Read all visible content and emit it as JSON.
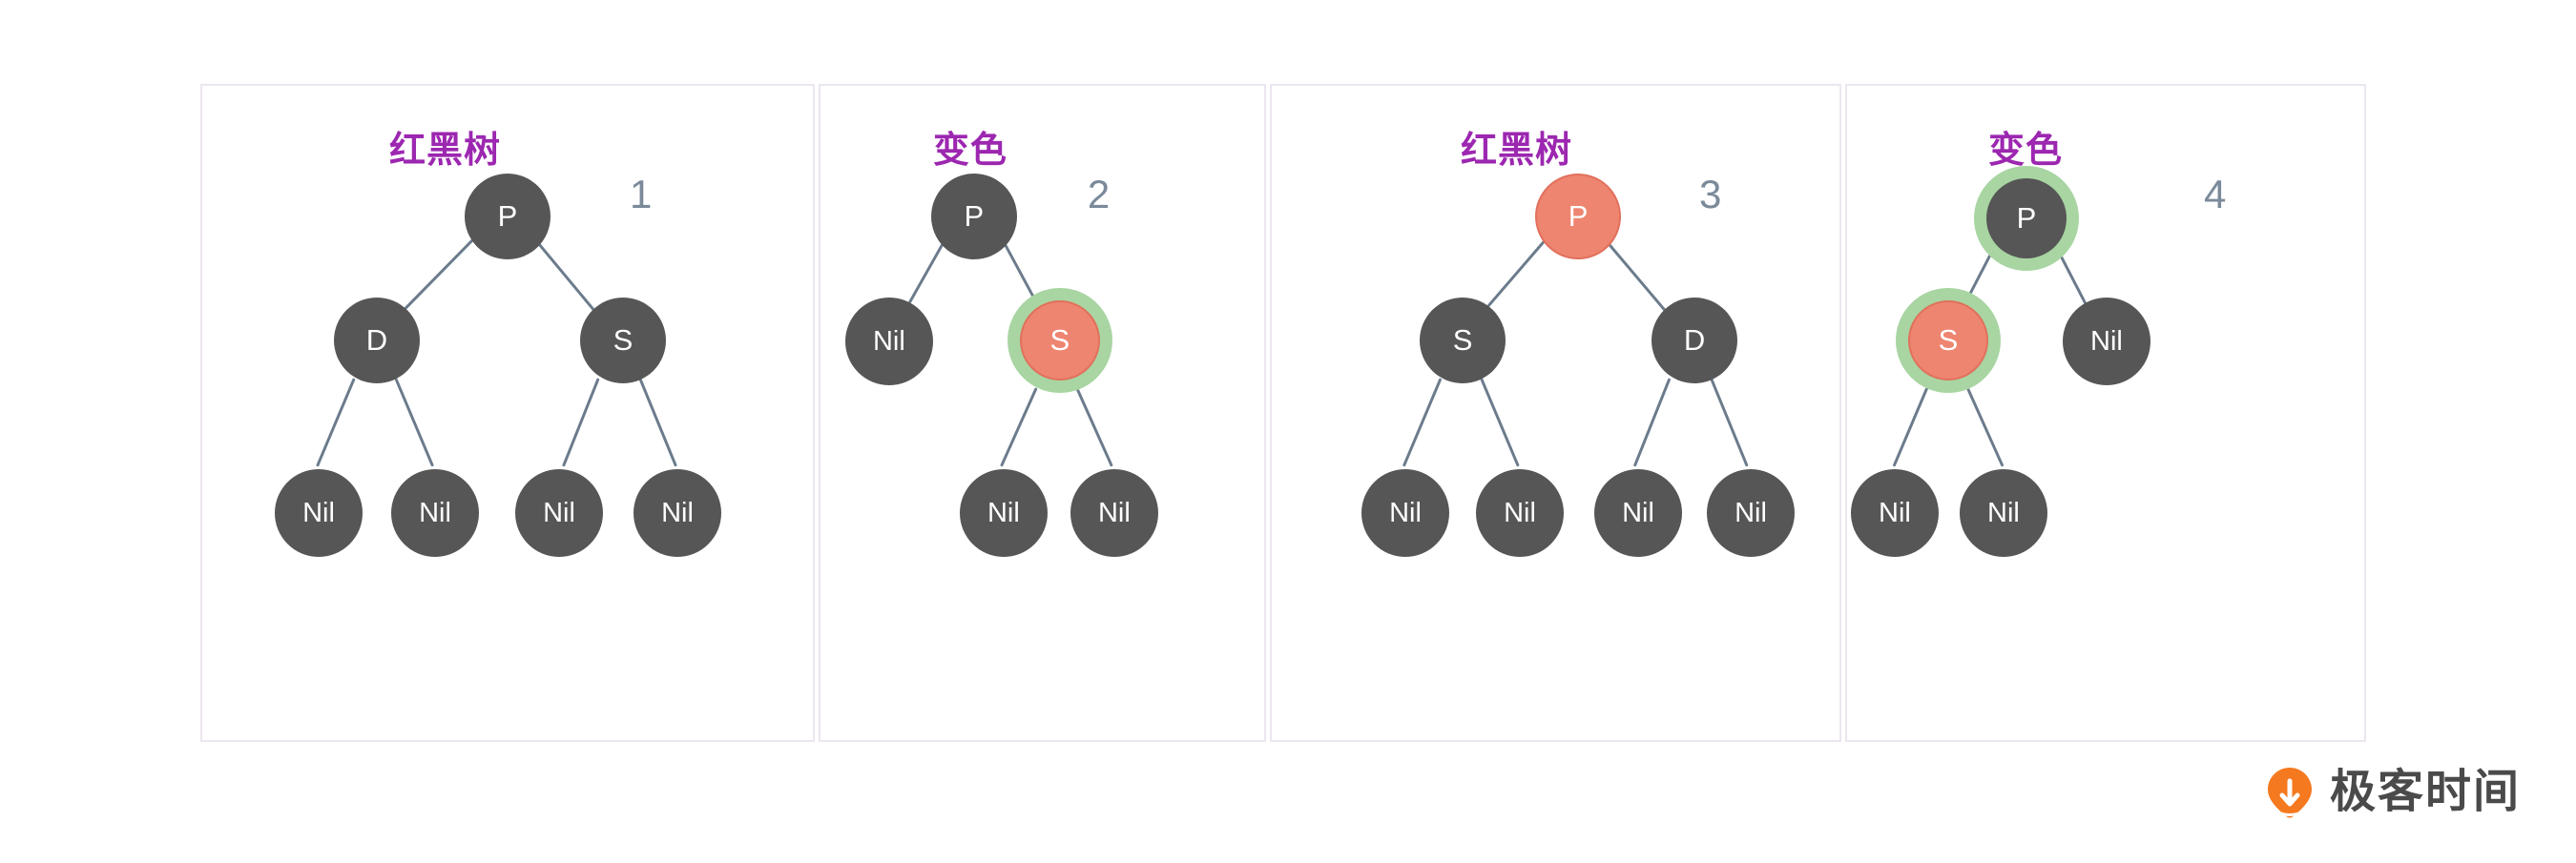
{
  "diagram": {
    "caption_colors": {
      "title_purple": "#9c27b0",
      "number_gray": "#7b8a9a",
      "node_black": "#565656",
      "node_red": "#ee8571",
      "highlight_green": "#a8d5a2",
      "edge_gray": "#6b7b8c",
      "panel_border": "#ece6f0",
      "logo_orange": "#f5791f"
    },
    "panels": [
      {
        "title": "红黑树",
        "number": "1",
        "nodes": [
          {
            "label": "P",
            "color": "black",
            "highlight": false
          },
          {
            "label": "D",
            "color": "black",
            "highlight": false
          },
          {
            "label": "S",
            "color": "black",
            "highlight": false
          },
          {
            "label": "Nil",
            "color": "black",
            "highlight": false
          },
          {
            "label": "Nil",
            "color": "black",
            "highlight": false
          },
          {
            "label": "Nil",
            "color": "black",
            "highlight": false
          },
          {
            "label": "Nil",
            "color": "black",
            "highlight": false
          }
        ]
      },
      {
        "title": "变色",
        "number": "2",
        "nodes": [
          {
            "label": "P",
            "color": "black",
            "highlight": false
          },
          {
            "label": "Nil",
            "color": "black",
            "highlight": false
          },
          {
            "label": "S",
            "color": "red",
            "highlight": true
          },
          {
            "label": "Nil",
            "color": "black",
            "highlight": false
          },
          {
            "label": "Nil",
            "color": "black",
            "highlight": false
          }
        ]
      },
      {
        "title": "红黑树",
        "number": "3",
        "nodes": [
          {
            "label": "P",
            "color": "red",
            "highlight": false
          },
          {
            "label": "S",
            "color": "black",
            "highlight": false
          },
          {
            "label": "D",
            "color": "black",
            "highlight": false
          },
          {
            "label": "Nil",
            "color": "black",
            "highlight": false
          },
          {
            "label": "Nil",
            "color": "black",
            "highlight": false
          },
          {
            "label": "Nil",
            "color": "black",
            "highlight": false
          },
          {
            "label": "Nil",
            "color": "black",
            "highlight": false
          }
        ]
      },
      {
        "title": "变色",
        "number": "4",
        "nodes": [
          {
            "label": "P",
            "color": "black",
            "highlight": true
          },
          {
            "label": "S",
            "color": "red",
            "highlight": true
          },
          {
            "label": "Nil",
            "color": "black",
            "highlight": false
          },
          {
            "label": "Nil",
            "color": "black",
            "highlight": false
          },
          {
            "label": "Nil",
            "color": "black",
            "highlight": false
          }
        ]
      }
    ]
  },
  "branding": {
    "logo_text": "极客时间",
    "logo_icon": "location-pin-icon"
  }
}
